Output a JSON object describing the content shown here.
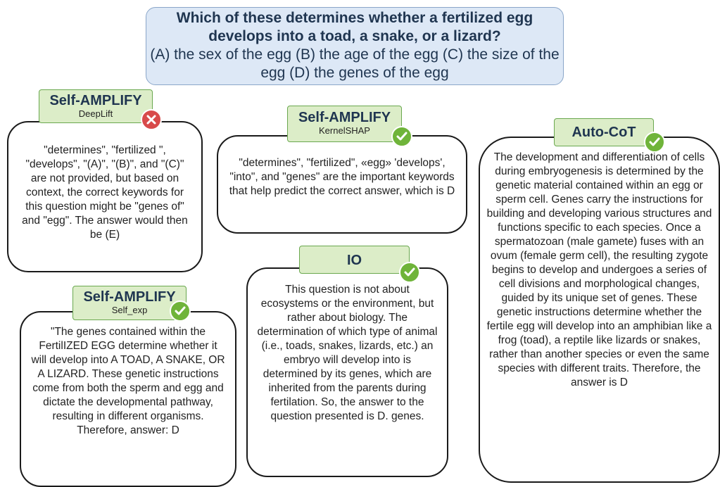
{
  "question": {
    "title": "Which of these determines whether a fertilized egg develops into a toad, a snake, or a lizard?",
    "options": "(A) the sex of the egg (B) the age of the egg (C) the size of the egg (D) the genes of the egg"
  },
  "methods": {
    "deeplift": {
      "name": "Self-AMPLIFY",
      "variant": "DeepLift",
      "status_icon": "red-x-icon",
      "text": "\"determines\", \"fertilized \", \"develops\", \"(A)\", \"(B)\", and \"(C)\" are not provided, but based on context, the correct keywords for this question might be \"genes of\" and \"egg\". The answer would then be (E)"
    },
    "kernelshap": {
      "name": "Self-AMPLIFY",
      "variant": "KernelSHAP",
      "status_icon": "green-check-icon",
      "text": "\"determines\", \"fertilized\", «egg» 'develops', \"into\", and \"genes\" are the important keywords that help predict the correct answer, which is D"
    },
    "self_exp": {
      "name": "Self-AMPLIFY",
      "variant": "Self_exp",
      "status_icon": "green-check-icon",
      "text": "\"The genes contained within the FertilIZED EGG determine whether it will develop into A TOAD, A SNAKE, OR A LIZARD. These genetic instructions come from both the sperm and egg and dictate the developmental pathway, resulting in different organisms.\nTherefore, answer: D"
    },
    "io": {
      "name": "IO",
      "status_icon": "green-check-icon",
      "text": "This question is not about ecosystems or the environment, but rather about biology.  The determination of which type of animal (i.e., toads, snakes, lizards, etc.) an embryo will develop into is determined by its genes, which are inherited from the parents during fertilation. So, the answer to the question presented is D. genes."
    },
    "autocot": {
      "name": "Auto-CoT",
      "status_icon": "green-check-icon",
      "text": "The development and differentiation of cells during embryogenesis is determined by the genetic material contained within an egg or sperm cell. Genes carry the instructions for building and developing various structures and functions specific to each species. Once a spermatozoan (male gamete) fuses with an ovum (female germ cell), the resulting zygote begins to develop and undergoes a series of cell divisions and morphological changes, guided by its unique set of genes. These genetic instructions determine whether the fertile egg will develop into an amphibian like a frog (toad), a reptile like lizards or snakes, rather than another species or even the same species with different traits. Therefore, the answer is D"
    }
  },
  "colors": {
    "question_bg": "#dde8f6",
    "tab_bg": "#dcedc8",
    "correct": "#6fb43a",
    "incorrect": "#d84a4a"
  }
}
